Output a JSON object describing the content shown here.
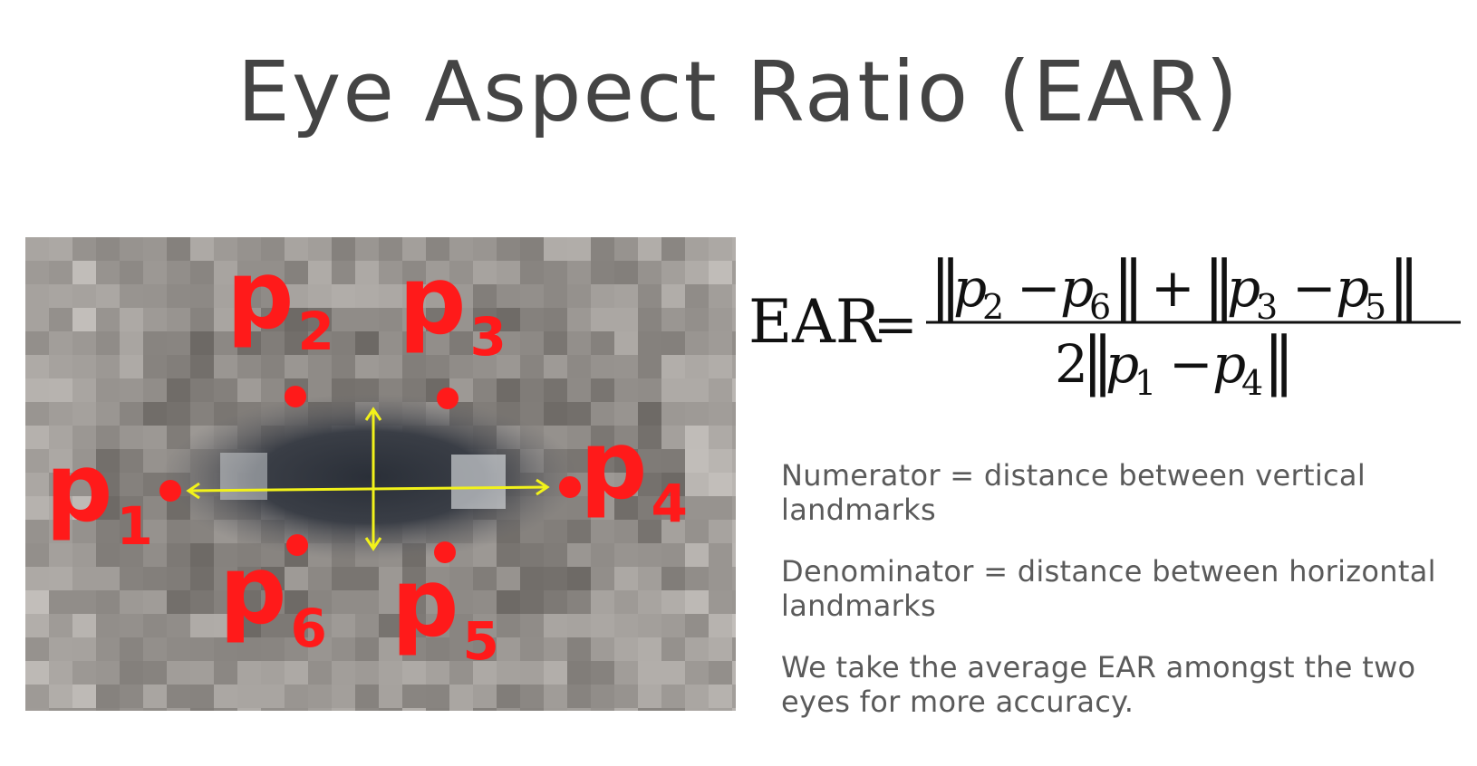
{
  "title": "Eye Aspect Ratio (EAR)",
  "diagram": {
    "landmarks": [
      {
        "main": "p",
        "sub": "1"
      },
      {
        "main": "p",
        "sub": "2"
      },
      {
        "main": "p",
        "sub": "3"
      },
      {
        "main": "p",
        "sub": "4"
      },
      {
        "main": "p",
        "sub": "5"
      },
      {
        "main": "p",
        "sub": "6"
      }
    ],
    "colors": {
      "landmark": "#ff1a1a",
      "arrow": "#f2f21a"
    }
  },
  "formula": {
    "lhs": "EAR",
    "equals": "=",
    "numerator": {
      "v1": "p",
      "s1": "2",
      "minus1": "−",
      "v2": "p",
      "s2": "6",
      "plus": "+",
      "v3": "p",
      "s3": "3",
      "minus2": "−",
      "v4": "p",
      "s4": "5"
    },
    "denominator": {
      "coef": "2",
      "v1": "p",
      "s1": "1",
      "minus": "−",
      "v2": "p",
      "s2": "4"
    }
  },
  "notes": [
    "Numerator = distance between vertical landmarks",
    "Denominator = distance between horizontal landmarks",
    "We take the average EAR amongst the two eyes for more accuracy."
  ]
}
